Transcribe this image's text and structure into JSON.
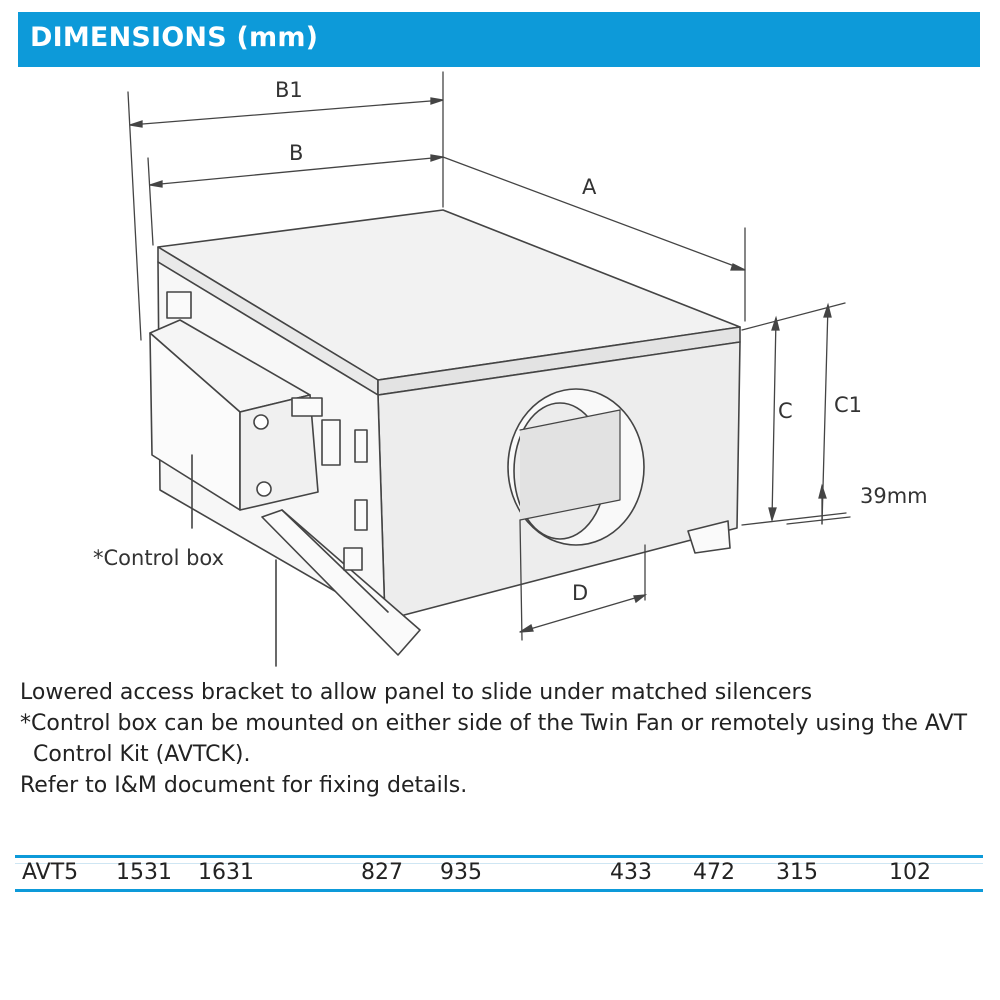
{
  "header": {
    "title": "DIMENSIONS (mm)"
  },
  "diagram": {
    "labels": {
      "b1": "B1",
      "b": "B",
      "a": "A",
      "c": "C",
      "c1": "C1",
      "d": "D",
      "foot_height": "39mm",
      "control_box": "*Control box"
    }
  },
  "notes": [
    "Lowered access bracket to allow panel to slide under matched silencers",
    "*Control box can be mounted on either side of the Twin Fan or remotely using the AVT",
    "Control Kit (AVTCK).",
    "Refer to I&M document for fixing details."
  ],
  "table": {
    "row": [
      "AVT5",
      "1531",
      "1631",
      "827",
      "935",
      "433",
      "472",
      "315",
      "102"
    ]
  },
  "colors": {
    "accent": "#0d9ad9",
    "line": "#444444",
    "top_face": "#f1f1f1"
  }
}
